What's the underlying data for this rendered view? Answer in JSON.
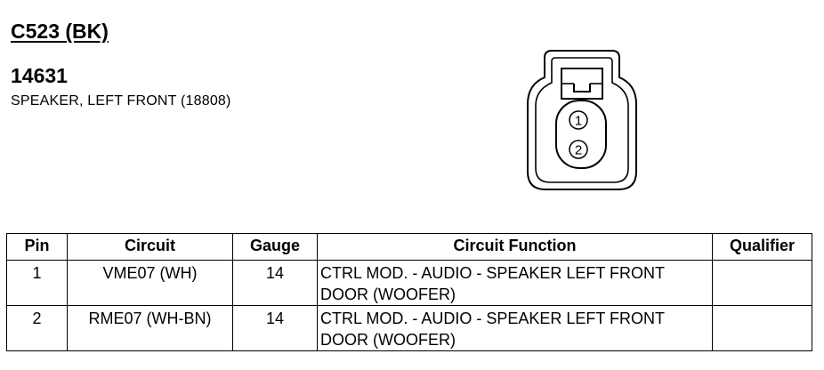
{
  "connector": {
    "id": "C523 (BK)",
    "part_number": "14631",
    "description": "SPEAKER, LEFT FRONT (18808)",
    "pins": [
      "1",
      "2"
    ]
  },
  "table": {
    "headers": {
      "pin": "Pin",
      "circuit": "Circuit",
      "gauge": "Gauge",
      "function": "Circuit Function",
      "qualifier": "Qualifier"
    },
    "rows": [
      {
        "pin": "1",
        "circuit": "VME07 (WH)",
        "gauge": "14",
        "function_line1": "CTRL MOD. - AUDIO - SPEAKER LEFT FRONT",
        "function_line2": "DOOR (WOOFER)",
        "qualifier": ""
      },
      {
        "pin": "2",
        "circuit": "RME07 (WH-BN)",
        "gauge": "14",
        "function_line1": "CTRL MOD. - AUDIO - SPEAKER LEFT FRONT",
        "function_line2": "DOOR (WOOFER)",
        "qualifier": ""
      }
    ]
  }
}
